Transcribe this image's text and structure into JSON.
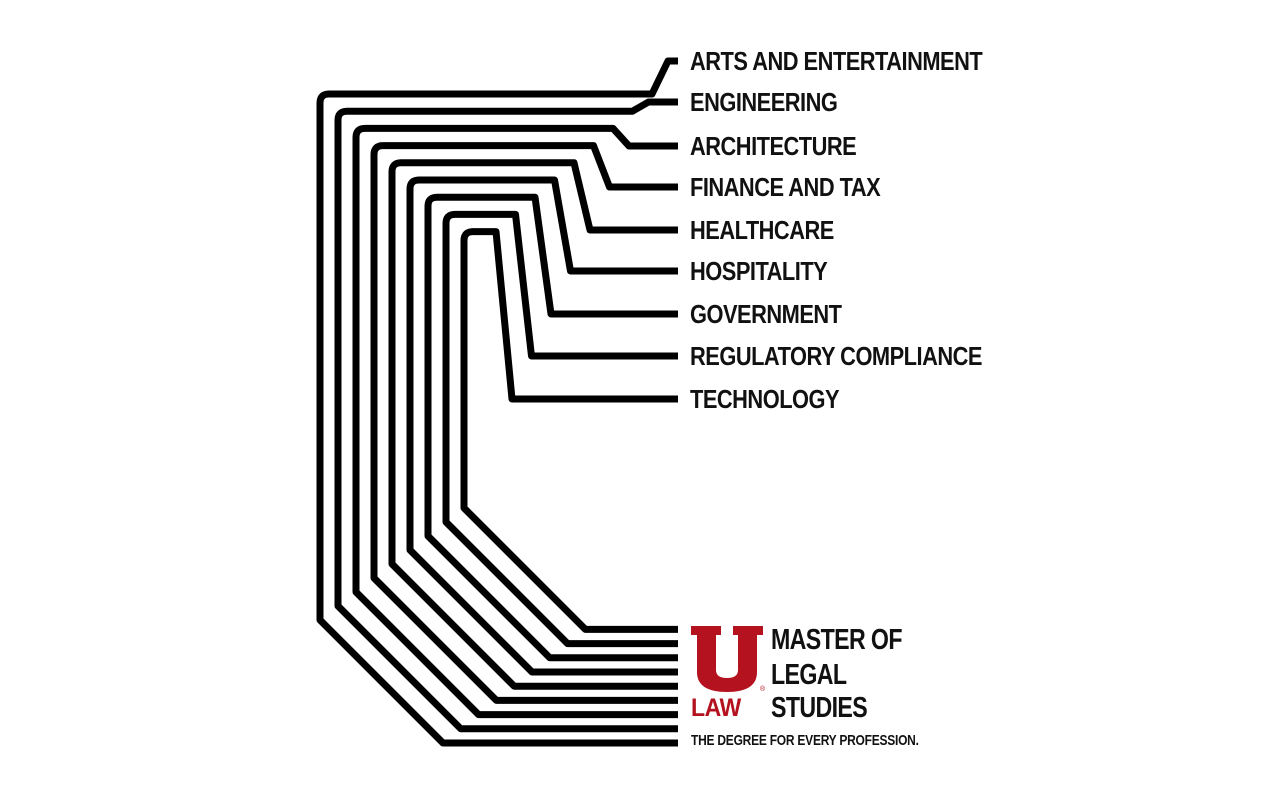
{
  "professions": [
    "ARTS AND ENTERTAINMENT",
    "ENGINEERING",
    "ARCHITECTURE",
    "FINANCE AND TAX",
    "HEALTHCARE",
    "HOSPITALITY",
    "GOVERNMENT",
    "REGULATORY COMPLIANCE",
    "TECHNOLOGY"
  ],
  "logo": {
    "u_letter": "U",
    "law": "LAW",
    "registered": "®",
    "program_line1": "MASTER OF",
    "program_line2": "LEGAL",
    "program_line3": "STUDIES",
    "tagline": "THE DEGREE FOR EVERY PROFESSION."
  },
  "colors": {
    "line": "#000000",
    "text": "#111111",
    "brand_red": "#b3121e",
    "background": "#ffffff"
  }
}
